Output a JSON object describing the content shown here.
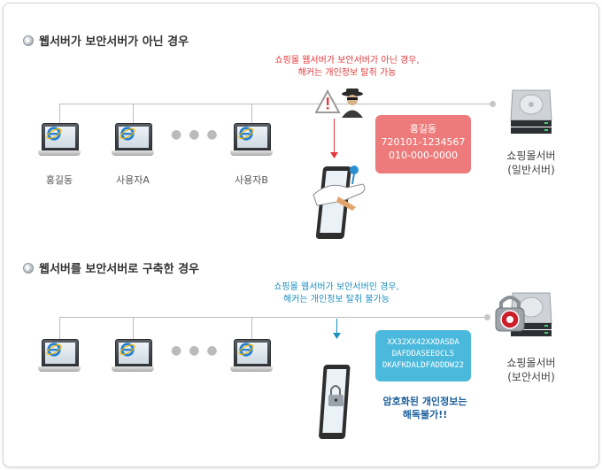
{
  "sections": [
    {
      "title": "웹서버가 보안서버가 아닌 경우",
      "note_line1": "쇼핑몰 웹서버가 보안서버가 아닌 경우,",
      "note_line2": "해커는 개인정보 탈취 가능",
      "clients": [
        "홍길동",
        "사용자A",
        "사용자B"
      ],
      "data_card": [
        "홍길동",
        "720101-1234567",
        "010-000-0000"
      ],
      "server_label_1": "쇼핑몰서버",
      "server_label_2": "(일반서버)",
      "note_color": "#e4393c",
      "card_color": "#ee7b7b"
    },
    {
      "title": "웹서버를 보안서버로 구축한 경우",
      "note_line1": "쇼핑몰 웹서버가 보안서버인 경우,",
      "note_line2": "해커는 개인정보 탈취 불가능",
      "data_card": [
        "XX32XX42XXDASDA",
        "DAFDDASEEOCLS",
        "DKAFKDALDFADDDW22"
      ],
      "caption_line1": "암호화된 개인정보는",
      "caption_line2": "해독불가!!",
      "server_label_1": "쇼핑몰서버",
      "server_label_2": "(보안서버)",
      "note_color": "#1c8fbf",
      "card_color": "#4bb9dc"
    }
  ],
  "icons": {
    "browser": "internet-explorer-icon",
    "warning": "warning-triangle-icon",
    "hacker": "hacker-icon",
    "lock": "padlock-icon",
    "server": "server-icon"
  }
}
